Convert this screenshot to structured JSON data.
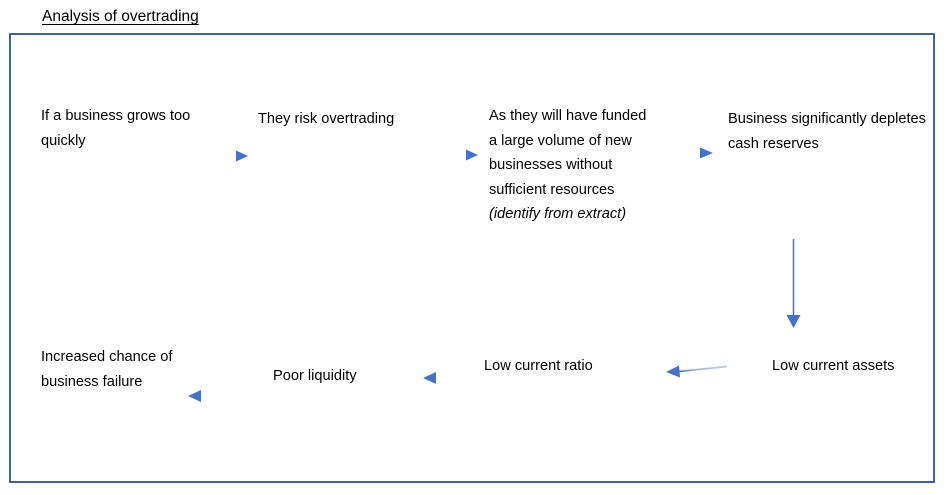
{
  "title": "Analysis of overtrading",
  "colors": {
    "frame_border": "#41619D",
    "arrow_head": "#4472C4",
    "arrow_shaft_light": "#A8BEDF",
    "text": "#000000",
    "background": "#FFFFFF"
  },
  "nodes": {
    "n1": {
      "text": "If a business grows too quickly"
    },
    "n2": {
      "text": "They risk overtrading"
    },
    "n3": {
      "text": "As they will have funded a large volume of new businesses without sufficient resources ",
      "italic_text": "(identify from extract)"
    },
    "n4": {
      "text": "Business significantly depletes cash reserves"
    },
    "n5": {
      "text": "Low current assets"
    },
    "n6": {
      "text": "Low current ratio"
    },
    "n7": {
      "text": "Poor liquidity"
    },
    "n8": {
      "text": "Increased chance of business failure"
    }
  },
  "arrows": [
    {
      "name": "arrow-n1-to-n2",
      "direction": "right"
    },
    {
      "name": "arrow-n2-to-n3",
      "direction": "right"
    },
    {
      "name": "arrow-n3-to-n4",
      "direction": "right"
    },
    {
      "name": "arrow-n4-to-n5",
      "direction": "down"
    },
    {
      "name": "arrow-n5-to-n6",
      "direction": "left"
    },
    {
      "name": "arrow-n6-to-n7",
      "direction": "left"
    },
    {
      "name": "arrow-n7-to-n8",
      "direction": "left"
    }
  ]
}
